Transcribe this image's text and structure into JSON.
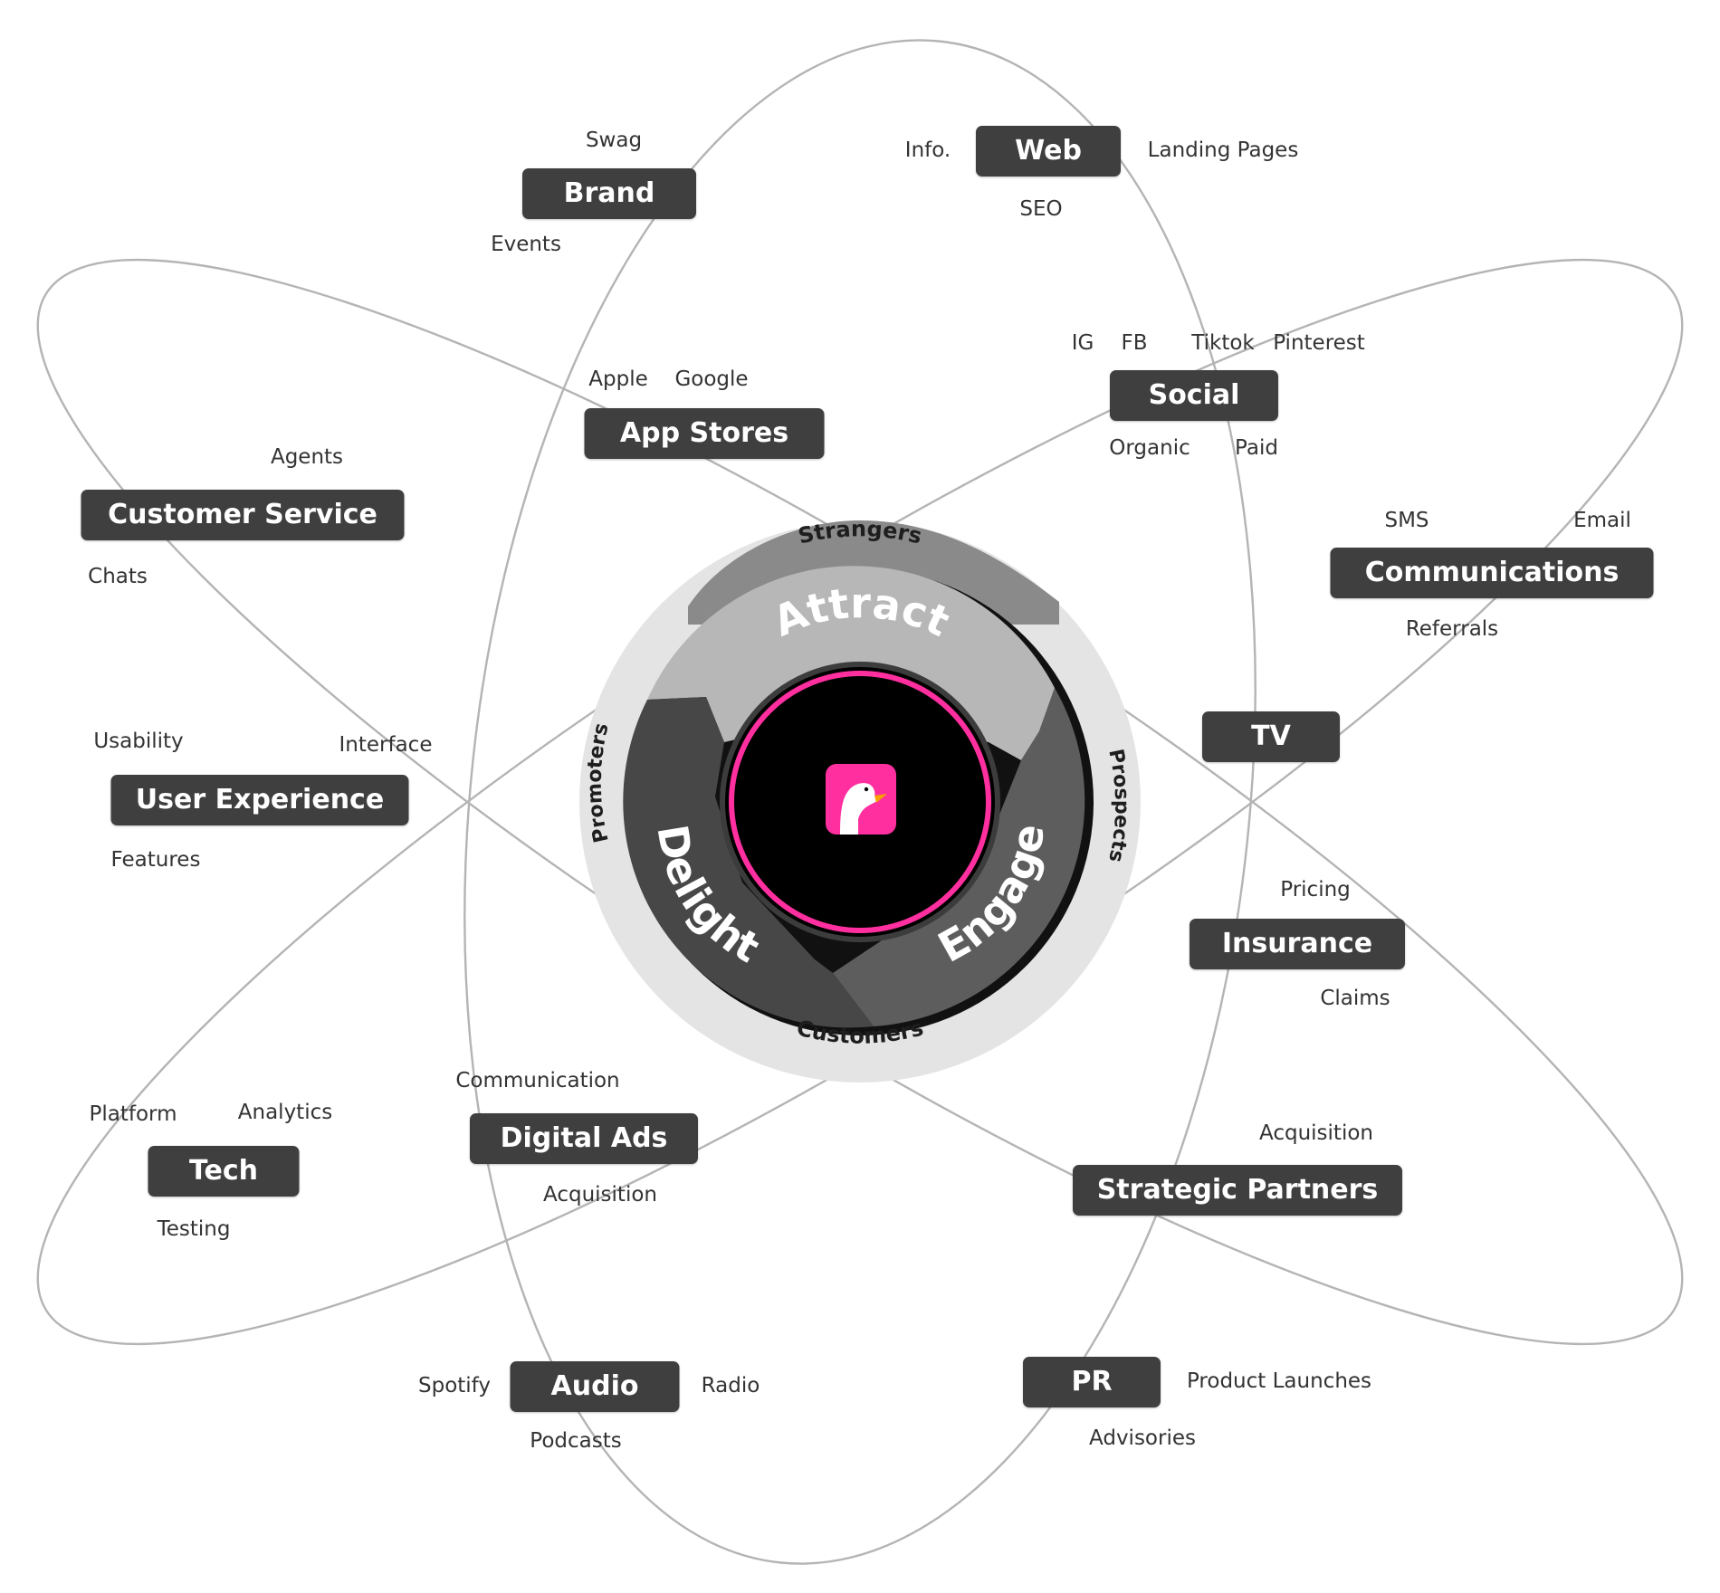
{
  "hub": {
    "phases": [
      "Attract",
      "Engage",
      "Delight"
    ],
    "stages": [
      "Strangers",
      "Prospects",
      "Customers",
      "Promoters"
    ],
    "logo_icon": "goose-icon",
    "colors": {
      "accent": "#ff2fa0",
      "box": "#3f3f3f",
      "orbit": "#b4b4b4"
    }
  },
  "channels": {
    "brand": {
      "label": "Brand",
      "tags": [
        "Swag",
        "Events"
      ]
    },
    "web": {
      "label": "Web",
      "tags": [
        "Info.",
        "Landing Pages",
        "SEO"
      ]
    },
    "social": {
      "label": "Social",
      "tags": [
        "IG",
        "FB",
        "Tiktok",
        "Pinterest",
        "Organic",
        "Paid"
      ]
    },
    "app_stores": {
      "label": "App Stores",
      "tags": [
        "Apple",
        "Google"
      ]
    },
    "customer_service": {
      "label": "Customer Service",
      "tags": [
        "Agents",
        "Chats"
      ]
    },
    "communications": {
      "label": "Communications",
      "tags": [
        "SMS",
        "Email",
        "Referrals"
      ]
    },
    "user_experience": {
      "label": "User Experience",
      "tags": [
        "Usability",
        "Interface",
        "Features"
      ]
    },
    "tv": {
      "label": "TV",
      "tags": []
    },
    "insurance": {
      "label": "Insurance",
      "tags": [
        "Pricing",
        "Claims"
      ]
    },
    "digital_ads": {
      "label": "Digital Ads",
      "tags": [
        "Communication",
        "Acquisition"
      ]
    },
    "tech": {
      "label": "Tech",
      "tags": [
        "Platform",
        "Analytics",
        "Testing"
      ]
    },
    "strategic_partners": {
      "label": "Strategic Partners",
      "tags": [
        "Acquisition"
      ]
    },
    "audio": {
      "label": "Audio",
      "tags": [
        "Spotify",
        "Radio",
        "Podcasts"
      ]
    },
    "pr": {
      "label": "PR",
      "tags": [
        "Product Launches",
        "Advisories"
      ]
    }
  }
}
